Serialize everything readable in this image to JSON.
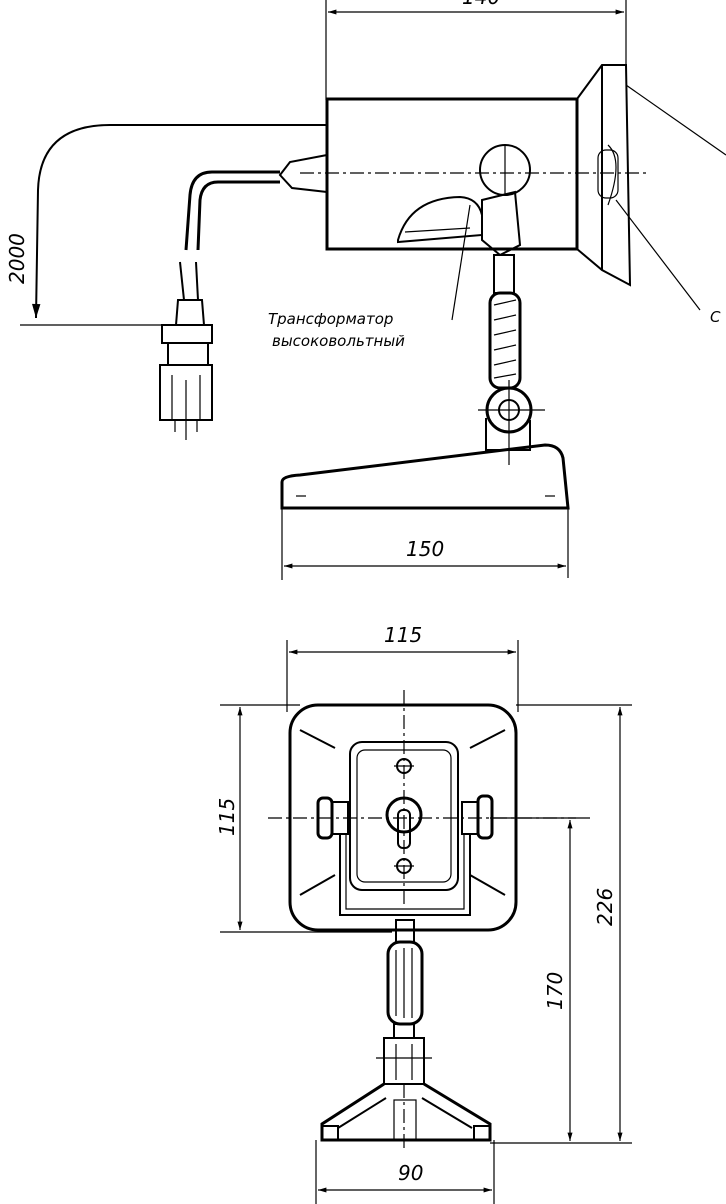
{
  "dimensions": {
    "top_width": "140",
    "cable_length": "2000",
    "base_width": "150",
    "front_width": "115",
    "front_height": "115",
    "overall_height": "226",
    "axis_height": "170",
    "stand_width": "90"
  },
  "labels": {
    "transformer_line1": "Трансформатор",
    "transformer_line2": "высоковольтный",
    "right_callout": "С"
  }
}
